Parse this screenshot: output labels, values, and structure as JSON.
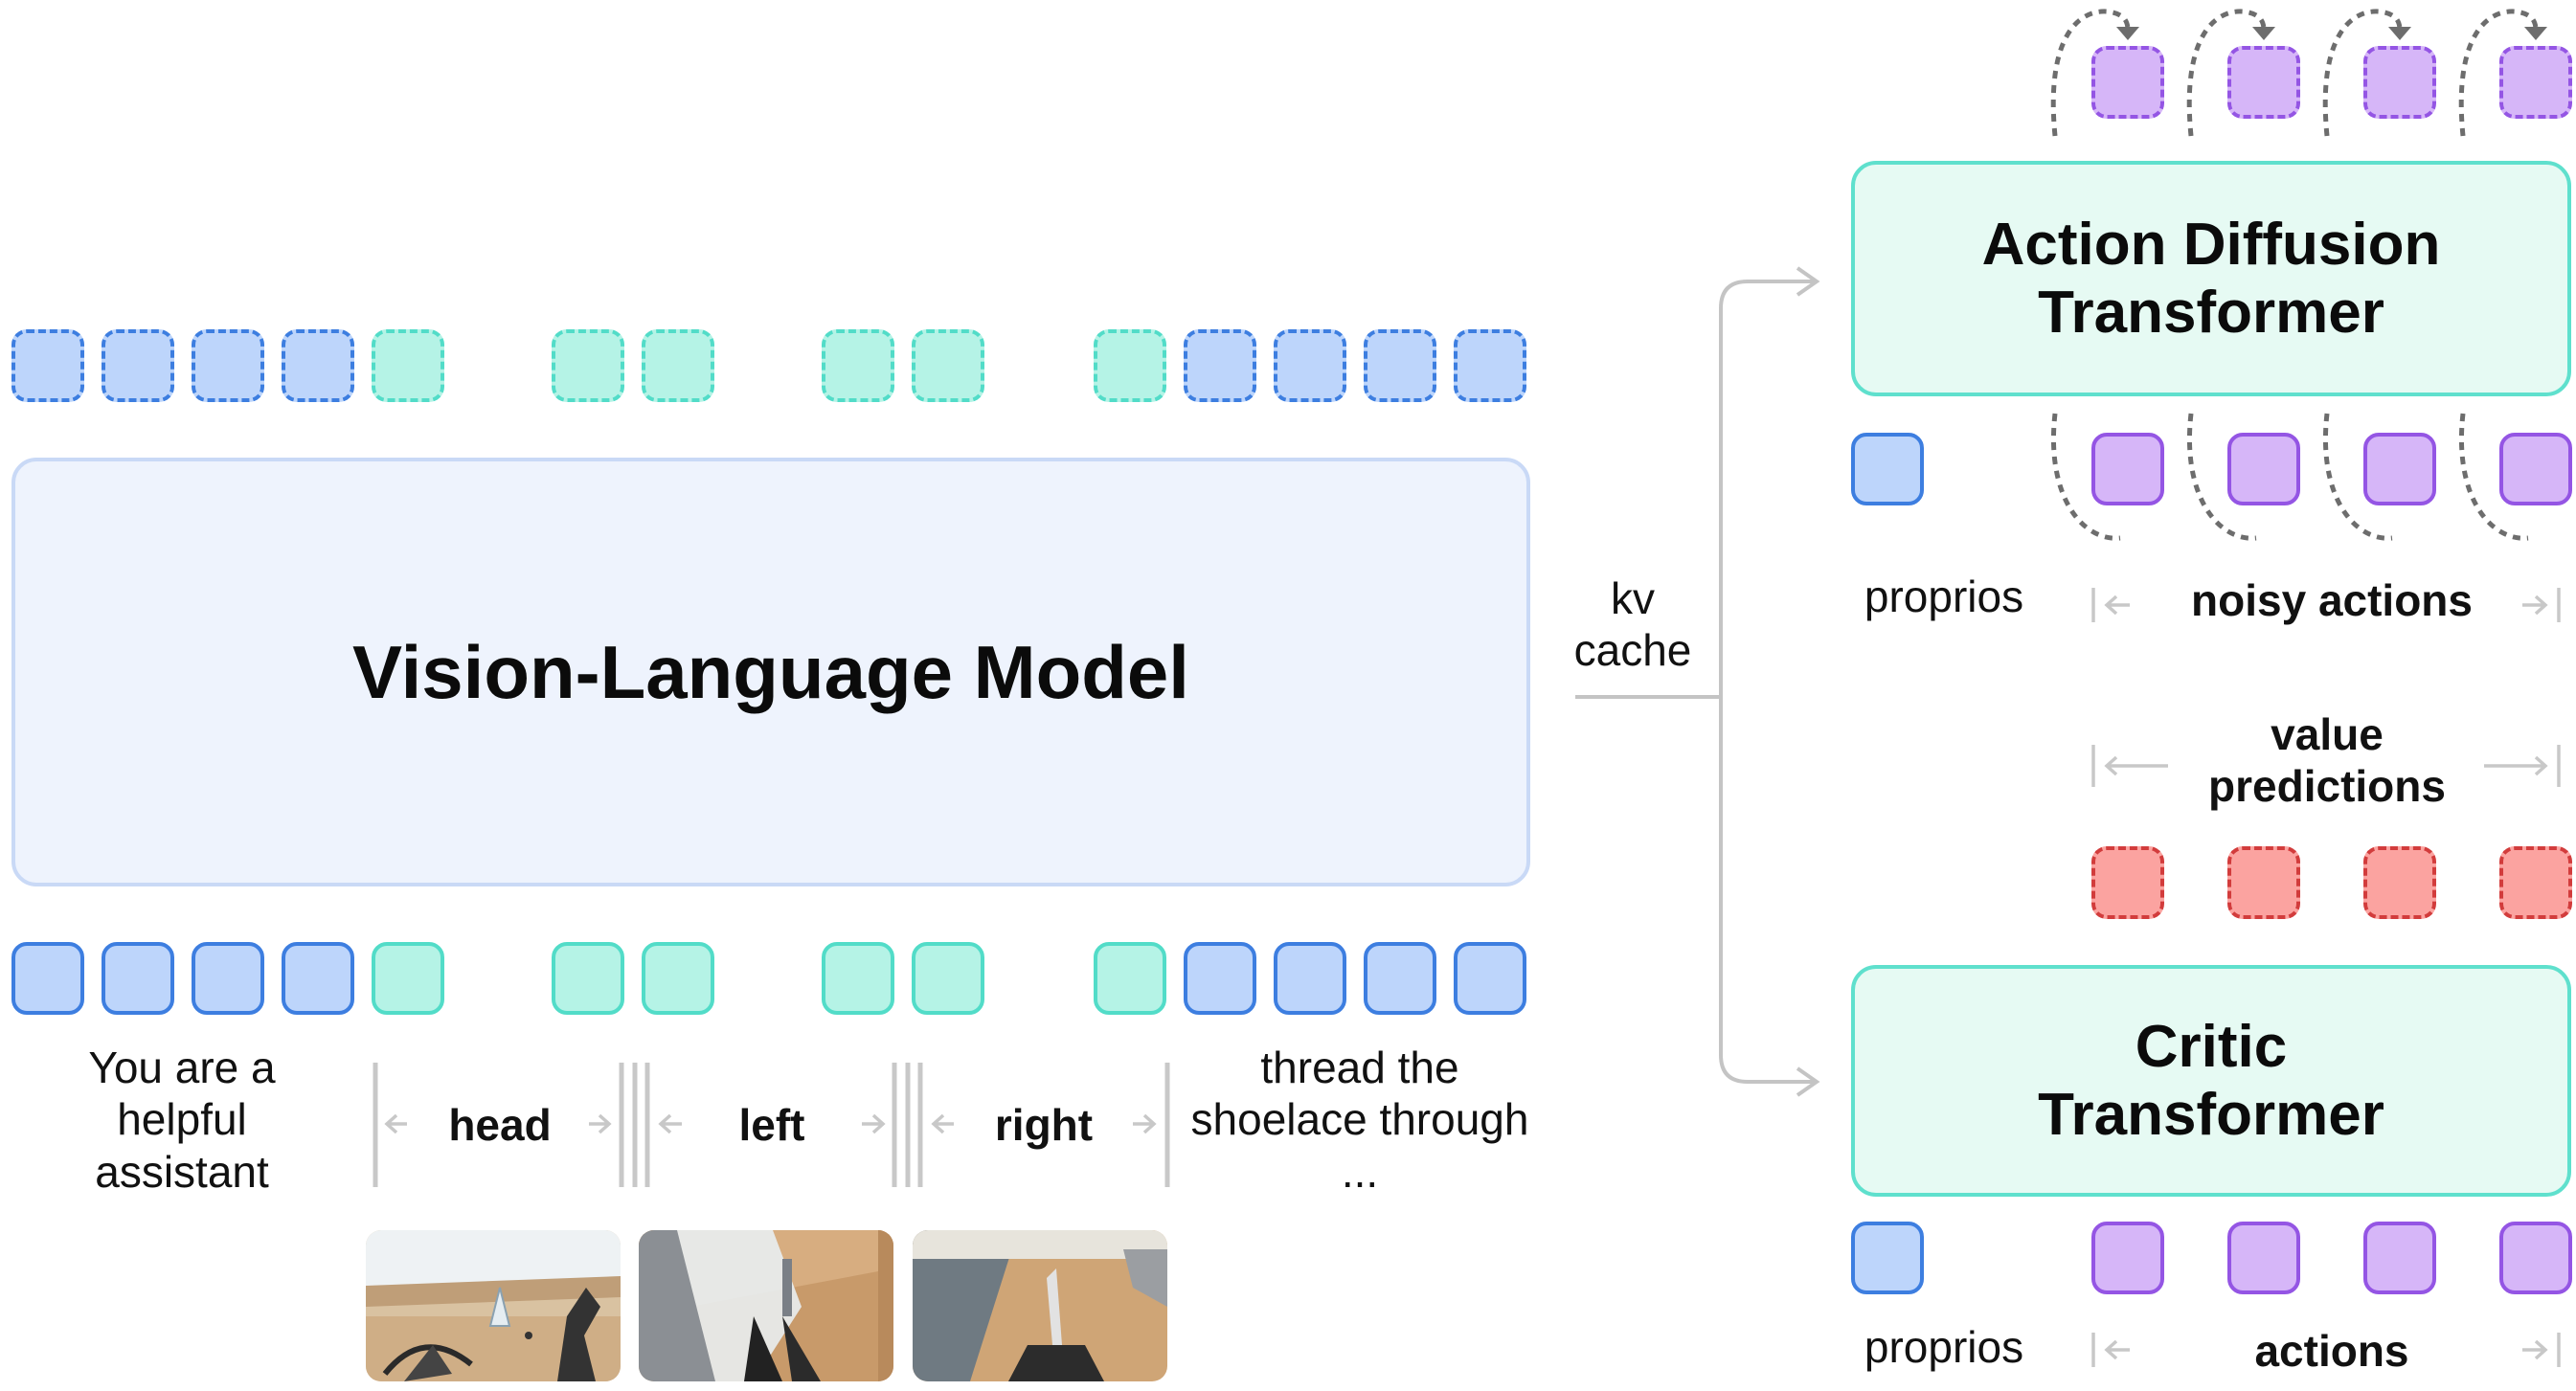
{
  "vlm": {
    "title": "Vision-Language Model"
  },
  "action_transformer": {
    "title": "Action Diffusion Transformer"
  },
  "critic_transformer": {
    "title": "Critic Transformer"
  },
  "kv_cache": {
    "label": "kv cache"
  },
  "inputs": {
    "prompt": "You are a helpful assistant",
    "head": "head",
    "left": "left",
    "right": "right",
    "instruction": "thread the shoelace through ..."
  },
  "action_branch": {
    "proprios": "proprios",
    "noisy_actions": "noisy actions",
    "value_predictions": "value predictions"
  },
  "critic_branch": {
    "proprios": "proprios",
    "actions": "actions"
  },
  "token_types": {
    "text": "#3d7ee0",
    "image": "#52dcc8",
    "action": "#9455e4",
    "value": "#d23c3c"
  },
  "camera_views": [
    "head",
    "left",
    "right"
  ]
}
